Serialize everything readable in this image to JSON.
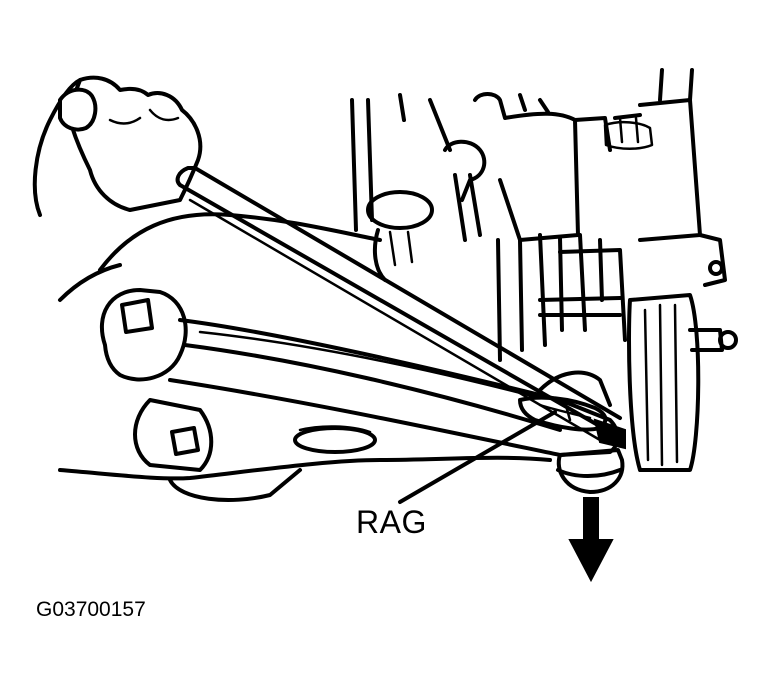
{
  "diagram": {
    "callout_label": "RAG",
    "figure_code": "G03700157",
    "arrow_direction": "down"
  }
}
